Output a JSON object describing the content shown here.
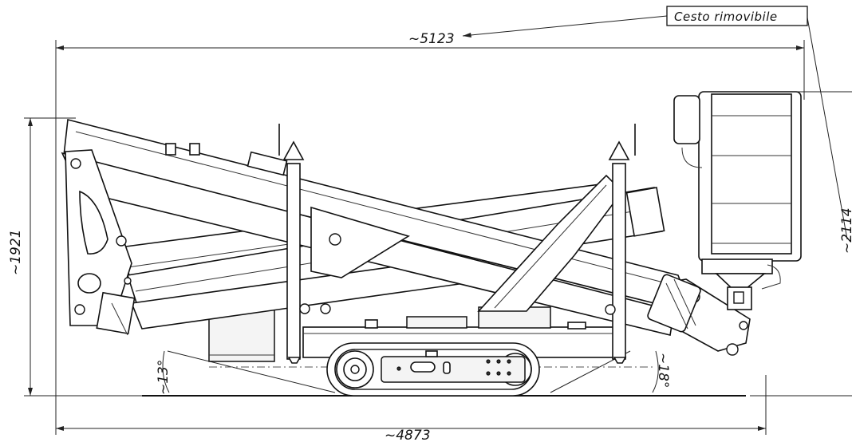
{
  "dimensions": {
    "overall_length": "~5123",
    "track_length": "~4873",
    "stowed_height": "~1921",
    "height_with_basket": "~2114",
    "front_angle": "~13°",
    "rear_angle": "~18°"
  },
  "callout": {
    "label": "Cesto rimovibile"
  }
}
